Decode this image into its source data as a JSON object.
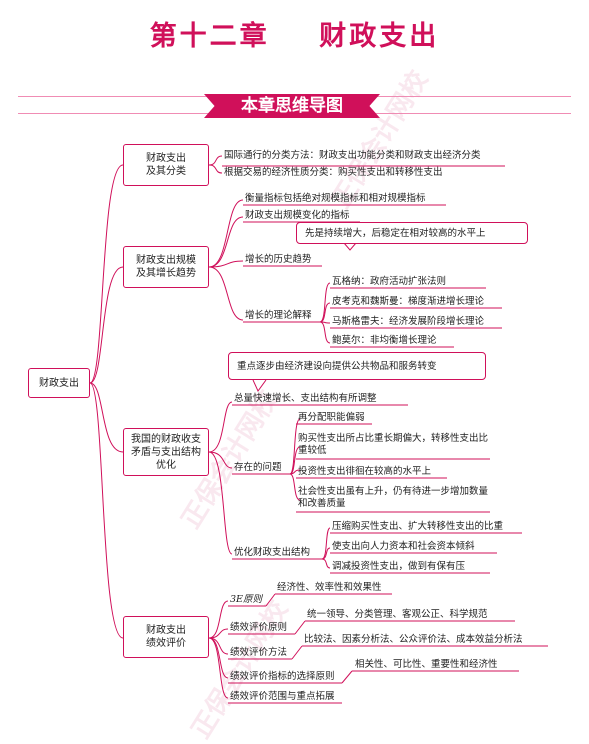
{
  "title": "第十二章    财政支出",
  "banner": "本章思维导图",
  "watermark": "正保会计网校",
  "root": "财政支出",
  "b1": {
    "label": "财政支出\n及其分类",
    "items": [
      "国际通行的分类方法：财政支出功能分类和财政支出经济分类",
      "根据交易的经济性质分类：购买性支出和转移性支出"
    ]
  },
  "b2": {
    "label": "财政支出规模\n及其增长趋势",
    "items": [
      "衡量指标包括绝对规模指标和相对规模指标",
      "财政支出规模变化的指标"
    ],
    "history": "增长的历史趋势",
    "history_note": "先是持续增大，后稳定在相对较高的水平上",
    "theory": "增长的理论解释",
    "theories": [
      "瓦格纳：政府活动扩张法则",
      "皮考克和魏斯曼：梯度渐进增长理论",
      "马斯格雷夫：经济发展阶段增长理论",
      "鲍莫尔：非均衡增长理论"
    ]
  },
  "b3": {
    "label": "我国的财政收支\n矛盾与支出结构\n优化",
    "note": "重点逐步由经济建设向提供公共物品和服务转变",
    "growth": "总量快速增长、支出结构有所调整",
    "problems_label": "存在的问题",
    "problems": [
      "再分配职能偏弱",
      "购买性支出所占比重长期偏大，转移性支出比重较低",
      "投资性支出徘徊在较高的水平上",
      "社会性支出虽有上升，仍有待进一步增加数量和改善质量"
    ],
    "optimize_label": "优化财政支出结构",
    "optimize": [
      "压缩购买性支出、扩大转移性支出的比重",
      "使支出向人力资本和社会资本倾斜",
      "调减投资性支出，做到有保有压"
    ]
  },
  "b4": {
    "label": "财政支出\n绩效评价",
    "e3": "3E原则",
    "e3_note": "经济性、效率性和效果性",
    "principle": "绩效评价原则",
    "principle_note": "统一领导、分类管理、客观公正、科学规范",
    "method": "绩效评价方法",
    "method_note": "比较法、因素分析法、公众评价法、成本效益分析法",
    "indicator": "绩效评价指标的选择原则",
    "indicator_note": "相关性、可比性、重要性和经济性",
    "scope": "绩效评价范围与重点拓展"
  }
}
